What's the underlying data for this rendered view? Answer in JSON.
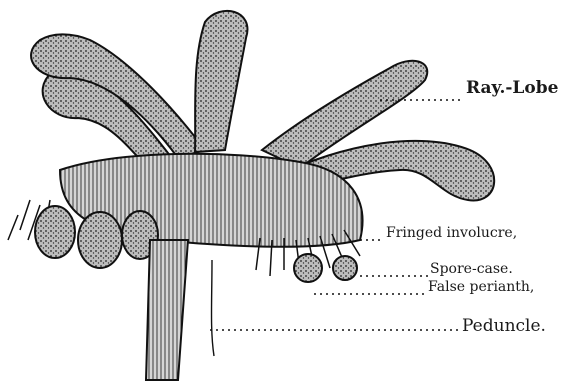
{
  "labels": {
    "ray_lobe": "Ray.-Lobe",
    "fringed_involucre": "Fringed involucre,",
    "spore_case": "Spore-case.",
    "false_perianth": "False perianth,",
    "peduncle": "Peduncle."
  },
  "colors": {
    "ink": "#1a1a1a",
    "paper": "#ffffff"
  }
}
